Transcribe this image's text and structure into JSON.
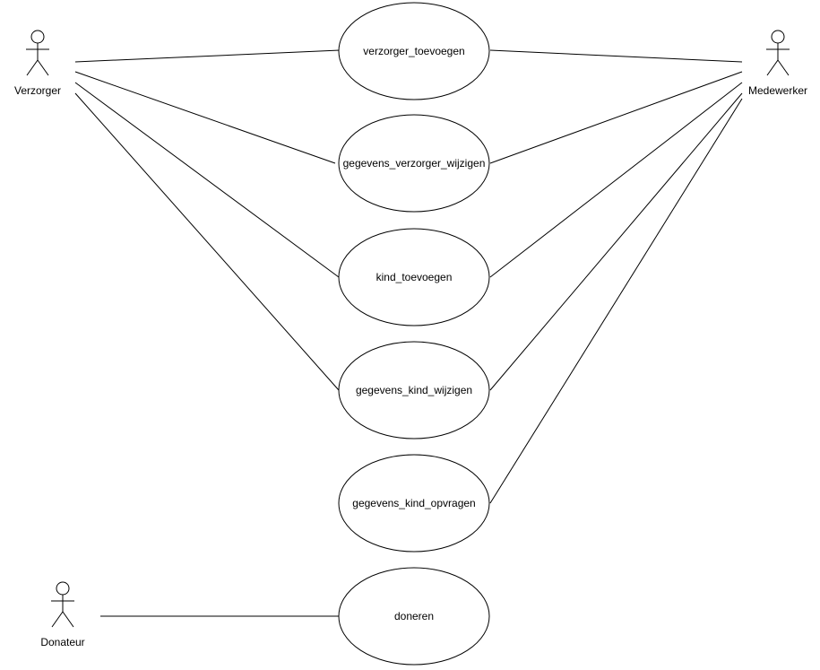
{
  "actors": [
    {
      "id": "verzorger",
      "label": "Verzorger"
    },
    {
      "id": "medewerker",
      "label": "Medewerker"
    },
    {
      "id": "donateur",
      "label": "Donateur"
    }
  ],
  "use_cases": [
    {
      "id": "verzorger_toevoegen",
      "label": "verzorger_toevoegen"
    },
    {
      "id": "gegevens_verzorger_wijzigen",
      "label": "gegevens_verzorger_wijzigen"
    },
    {
      "id": "kind_toevoegen",
      "label": "kind_toevoegen"
    },
    {
      "id": "gegevens_kind_wijzigen",
      "label": "gegevens_kind_wijzigen"
    },
    {
      "id": "gegevens_kind_opvragen",
      "label": "gegevens_kind_opvragen"
    },
    {
      "id": "doneren",
      "label": "doneren"
    }
  ],
  "associations": [
    {
      "actor": "verzorger",
      "use_case": "verzorger_toevoegen"
    },
    {
      "actor": "verzorger",
      "use_case": "gegevens_verzorger_wijzigen"
    },
    {
      "actor": "verzorger",
      "use_case": "kind_toevoegen"
    },
    {
      "actor": "verzorger",
      "use_case": "gegevens_kind_wijzigen"
    },
    {
      "actor": "medewerker",
      "use_case": "verzorger_toevoegen"
    },
    {
      "actor": "medewerker",
      "use_case": "gegevens_verzorger_wijzigen"
    },
    {
      "actor": "medewerker",
      "use_case": "kind_toevoegen"
    },
    {
      "actor": "medewerker",
      "use_case": "gegevens_kind_wijzigen"
    },
    {
      "actor": "medewerker",
      "use_case": "gegevens_kind_opvragen"
    },
    {
      "actor": "donateur",
      "use_case": "doneren"
    }
  ]
}
